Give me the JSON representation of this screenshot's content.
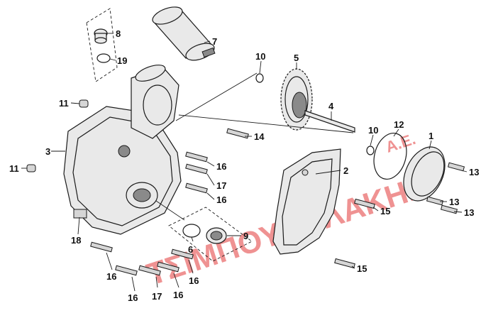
{
  "watermark": {
    "text": "ΤΣΙΜΠΟΥΚΟΛΑΚΗΣ",
    "suffix": "Α.Ε.",
    "color": "#e23a3a"
  },
  "callouts": {
    "c1": "1",
    "c2": "2",
    "c3": "3",
    "c4": "4",
    "c5": "5",
    "c6": "6",
    "c7": "7",
    "c8": "8",
    "c9": "9",
    "c10a": "10",
    "c10b": "10",
    "c11a": "11",
    "c11b": "11",
    "c12": "12",
    "c13a": "13",
    "c13b": "13",
    "c13c": "13",
    "c14": "14",
    "c15a": "15",
    "c15b": "15",
    "c16a": "16",
    "c16b": "16",
    "c16c": "16",
    "c16d": "16",
    "c16e": "16",
    "c16f": "16",
    "c17a": "17",
    "c17b": "17",
    "c18": "18",
    "c19": "19"
  }
}
